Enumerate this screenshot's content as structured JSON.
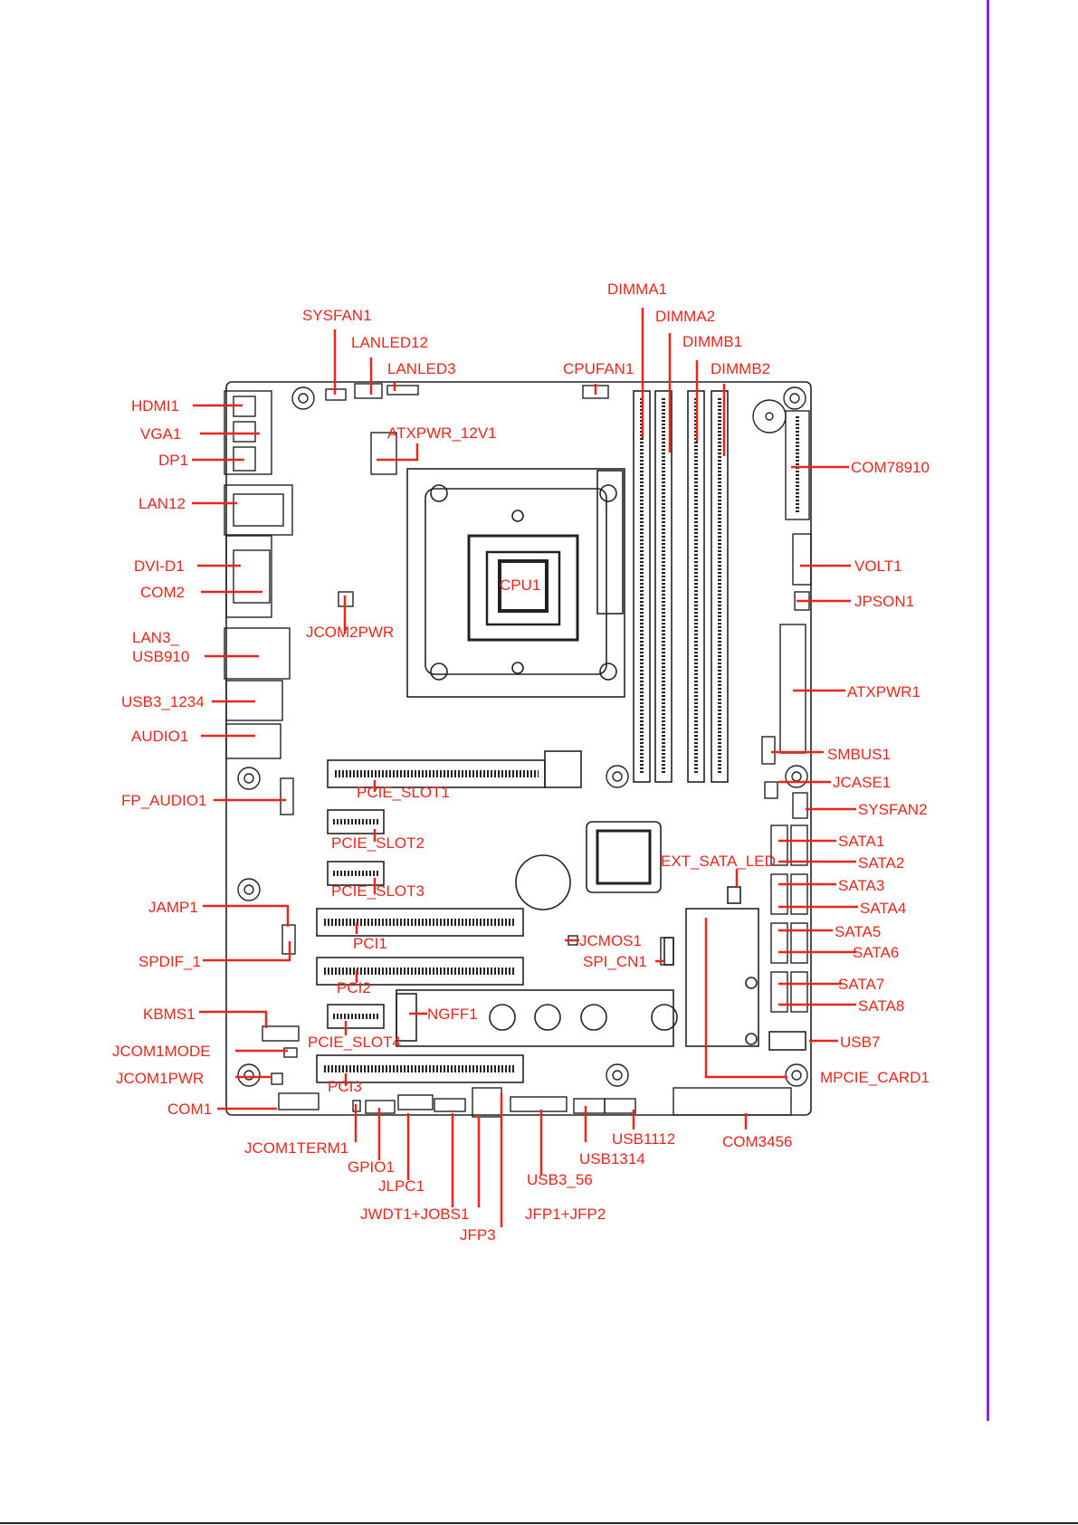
{
  "colors": {
    "label": "#e8261c",
    "board": "#222222",
    "side_rule": "#8a2be2"
  },
  "board": {
    "cpu_label": "CPU1",
    "labels": {
      "dimma1": "DIMMA1",
      "dimma2": "DIMMA2",
      "dimmb1": "DIMMB1",
      "dimmb2": "DIMMB2",
      "sysfan1": "SYSFAN1",
      "lanled12": "LANLED12",
      "lanled3": "LANLED3",
      "cpufan1": "CPUFAN1",
      "hdmi1": "HDMI1",
      "vga1": "VGA1",
      "dp1": "DP1",
      "atxpwr_12v1": "ATXPWR_12V1",
      "com78910": "COM78910",
      "lan12": "LAN12",
      "dvi_d1": "DVI-D1",
      "volt1": "VOLT1",
      "com2": "COM2",
      "jpson1": "JPSON1",
      "jcom2pwr": "JCOM2PWR",
      "lan3": "LAN3_",
      "usb910": "USB910",
      "atxpwr1": "ATXPWR1",
      "usb3_1234": "USB3_1234",
      "audio1": "AUDIO1",
      "smbus1": "SMBUS1",
      "jcase1": "JCASE1",
      "fp_audio1": "FP_AUDIO1",
      "pcie_slot1": "PCIE_SLOT1",
      "sysfan2": "SYSFAN2",
      "sata1": "SATA1",
      "pcie_slot2": "PCIE_SLOT2",
      "ext_sata_led": "EXT_SATA_LED",
      "sata2": "SATA2",
      "pcie_slot3": "PCIE_SLOT3",
      "sata3": "SATA3",
      "jamp1": "JAMP1",
      "sata4": "SATA4",
      "sata5": "SATA5",
      "pci1": "PCI1",
      "jcmos1": "JCMOS1",
      "sata6": "SATA6",
      "spdif_1": "SPDIF_1",
      "spi_cn1": "SPI_CN1",
      "pci2": "PCI2",
      "sata7": "SATA7",
      "kbms1": "KBMS1",
      "ngff1": "NGFF1",
      "sata8": "SATA8",
      "pcie_slot4": "PCIE_SLOT4",
      "usb7": "USB7",
      "jcom1mode": "JCOM1MODE",
      "jcom1pwr": "JCOM1PWR",
      "pci3": "PCI3",
      "mpcie_card1": "MPCIE_CARD1",
      "com1": "COM1",
      "usb1112": "USB1112",
      "com3456": "COM3456",
      "jcom1term1": "JCOM1TERM1",
      "usb1314": "USB1314",
      "gpio1": "GPIO1",
      "usb3_56": "USB3_56",
      "jlpc1": "JLPC1",
      "jwdt1_jobs1": "JWDT1+JOBS1",
      "jfp1_jfp2": "JFP1+JFP2",
      "jfp3": "JFP3"
    }
  }
}
